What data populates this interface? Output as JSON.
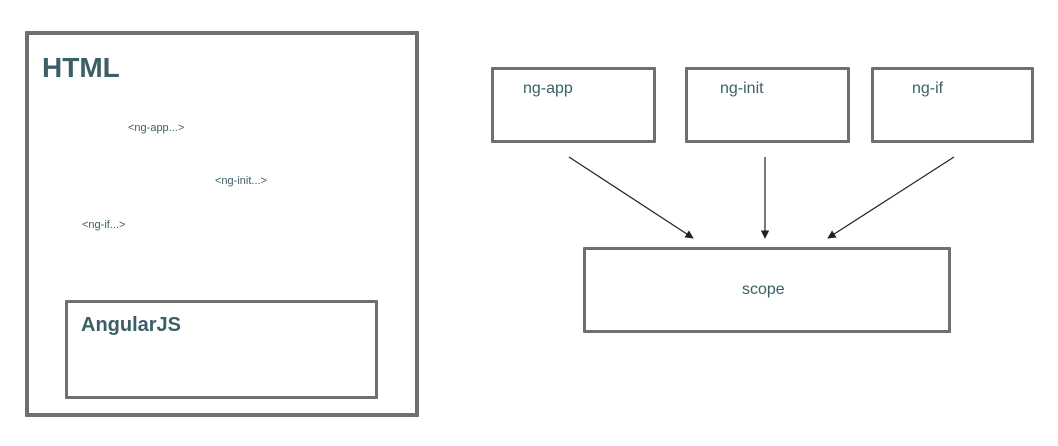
{
  "html_panel": {
    "title": "HTML",
    "tags": {
      "app": "<ng-app...>",
      "init": "<ng-init...>",
      "if": "<ng-if...>"
    },
    "angular_label": "AngularJS"
  },
  "diagram": {
    "nodes": {
      "ng_app": "ng-app",
      "ng_init": "ng-init",
      "ng_if": "ng-if",
      "scope": "scope"
    }
  },
  "colors": {
    "text": "#3a5f66",
    "border": "#6f6f6f",
    "arrow": "#222222"
  }
}
